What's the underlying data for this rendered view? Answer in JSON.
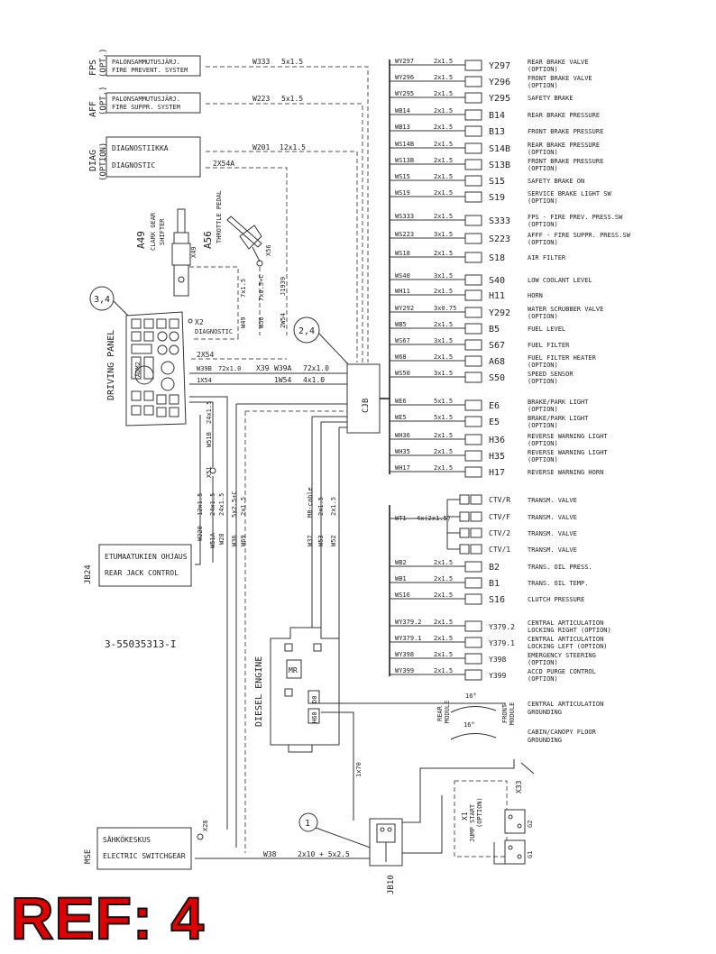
{
  "ref_label": "REF: 4",
  "drawing_number": "3-55035313-I",
  "colors": {
    "line": "#333333",
    "ref_red": "#e00000"
  },
  "left_blocks": [
    {
      "code": "FPS",
      "code2": "(OPT.)",
      "line1": "PALONSAMMUTUSJÄRJ.",
      "line2": "FIRE PREVENT. SYSTEM",
      "wire": "W333",
      "spec": "5x1.5"
    },
    {
      "code": "AFF",
      "code2": "(OPT.)",
      "line1": "PALONSAMMUTUSJÄRJ.",
      "line2": "FIRE SUPPR. SYSTEM",
      "wire": "W223",
      "spec": "5x1.5"
    },
    {
      "code": "DIAG",
      "code2": "(OPTION)",
      "line1": "DIAGNOSTIIKKA",
      "line2": "DIAGNOSTIC",
      "wire": "W201",
      "spec": "12x1.5"
    }
  ],
  "diag_connector": "2X54A",
  "a49": {
    "code": "A49",
    "line1": "CLARK GEAR",
    "line2": "SHIFTER",
    "conn": "X49"
  },
  "a56": {
    "code": "A56",
    "line1": "THROTTLE PEDAL",
    "conn": "X56"
  },
  "vertical_wires": [
    {
      "label": "7x1.5"
    },
    {
      "label": "7x0.5+C"
    },
    {
      "label": "J1939"
    },
    {
      "label": "W49"
    },
    {
      "label": "W56"
    },
    {
      "label": "2W54"
    }
  ],
  "callouts": {
    "c1": "3,4",
    "c2": "2,4",
    "c3": "1"
  },
  "driving_panel": {
    "label": "DRIVING PANEL",
    "x2": "X2",
    "diag": "DIAGNOSTIC",
    "adm": "ADM2"
  },
  "panel_wires": [
    {
      "conn": "2X54"
    },
    {
      "conn": "W39B",
      "spec": "72x1.0",
      "conn2": "X39",
      "wire": "W39A",
      "spec2": "72x1.0"
    },
    {
      "conn": "1X54",
      "wire": "1W54",
      "spec": "4x1.0"
    }
  ],
  "cjb": "CJB",
  "x51_wires": {
    "conn": "X51",
    "wire": "W51B",
    "spec": "24x1.5"
  },
  "lower_wires": [
    {
      "wire": "W220",
      "spec": "12x1.5"
    },
    {
      "wire": "W51A",
      "spec": "24x1.5"
    },
    {
      "wire": "W28",
      "spec": "24x1.5"
    },
    {
      "wire": "W36",
      "spec": "5x2.5+C"
    },
    {
      "wire": "W69",
      "spec": "2x1.5"
    },
    {
      "wire": "W37",
      "spec": "MB-cable"
    },
    {
      "wire": "W53",
      "spec": "2x1.5"
    },
    {
      "wire": "W52",
      "spec": "2x1.5"
    }
  ],
  "jb24": {
    "code": "JB24",
    "line1": "ETUMAATUKIEN OHJAUS",
    "line2": "REAR JACK CONTROL"
  },
  "diesel": {
    "label": "DIESEL ENGINE",
    "mr": "MR",
    "h60": "H60",
    "d0": "D0"
  },
  "mse": {
    "code": "MSE",
    "line1": "SÄHKÖKESKUS",
    "line2": "ELECTRIC SWITCHGEAR",
    "conn": "X28",
    "wire": "W38",
    "spec": "2x10 + 5x2.5"
  },
  "jb10": {
    "code": "JB10",
    "wire": "1x70"
  },
  "jump_start": {
    "label": "JUMP START",
    "opt": "(OPTION)",
    "conn": "X1",
    "x33": "X33",
    "g1": "G1",
    "g2": "G2"
  },
  "right_items": [
    {
      "wire": "WY297",
      "spec": "2x1.5",
      "comp": "Y297",
      "d1": "REAR BRAKE VALVE",
      "d2": "(OPTION)"
    },
    {
      "wire": "WY296",
      "spec": "2x1.5",
      "comp": "Y296",
      "d1": "FRONT BRAKE VALVE",
      "d2": "(OPTION)"
    },
    {
      "wire": "WY295",
      "spec": "2x1.5",
      "comp": "Y295",
      "d1": "SAFETY BRAKE",
      "d2": ""
    },
    {
      "wire": "WB14",
      "spec": "2x1.5",
      "comp": "B14",
      "d1": "REAR BRAKE PRESSURE",
      "d2": ""
    },
    {
      "wire": "WB13",
      "spec": "2x1.5",
      "comp": "B13",
      "d1": "FRONT BRAKE PRESSURE",
      "d2": ""
    },
    {
      "wire": "WS14B",
      "spec": "2x1.5",
      "comp": "S14B",
      "d1": "REAR BRAKE PRESSURE",
      "d2": "(OPTION)"
    },
    {
      "wire": "WS13B",
      "spec": "2x1.5",
      "comp": "S13B",
      "d1": "FRONT BRAKE PRESSURE",
      "d2": "(OPTION)"
    },
    {
      "wire": "WS15",
      "spec": "2x1.5",
      "comp": "S15",
      "d1": "SAFETY BRAKE ON",
      "d2": ""
    },
    {
      "wire": "WS19",
      "spec": "2x1.5",
      "comp": "S19",
      "d1": "SERVICE BRAKE LIGHT SW",
      "d2": "(OPTION)"
    },
    {
      "wire": "WS333",
      "spec": "2x1.5",
      "comp": "S333",
      "d1": "FPS - FIRE PREV. PRESS.SW",
      "d2": "(OPTION)"
    },
    {
      "wire": "WS223",
      "spec": "3x1.5",
      "comp": "S223",
      "d1": "AFFF - FIRE SUPPR. PRESS.SW",
      "d2": "(OPTION)"
    },
    {
      "wire": "WS18",
      "spec": "2x1.5",
      "comp": "S18",
      "d1": "AIR FILTER",
      "d2": ""
    },
    {
      "wire": "WS40",
      "spec": "3x1.5",
      "comp": "S40",
      "d1": "LOW COOLANT LEVEL",
      "d2": ""
    },
    {
      "wire": "WH11",
      "spec": "2x1.5",
      "comp": "H11",
      "d1": "HORN",
      "d2": ""
    },
    {
      "wire": "WY292",
      "spec": "3x0.75",
      "comp": "Y292",
      "d1": "WATER SCRUBBER VALVE",
      "d2": "(OPTION)"
    },
    {
      "wire": "WB5",
      "spec": "2x1.5",
      "comp": "B5",
      "d1": "FUEL LEVEL",
      "d2": ""
    },
    {
      "wire": "WS67",
      "spec": "3x1.5",
      "comp": "S67",
      "d1": "FUEL FILTER",
      "d2": ""
    },
    {
      "wire": "W68",
      "spec": "2x1.5",
      "comp": "A68",
      "d1": "FUEL FILTER HEATER",
      "d2": "(OPTION)"
    },
    {
      "wire": "WS50",
      "spec": "3x1.5",
      "comp": "S50",
      "d1": "SPEED SENSOR",
      "d2": "(OPTION)"
    },
    {
      "wire": "WE6",
      "spec": "5x1.5",
      "comp": "E6",
      "d1": "BRAKE/PARK LIGHT",
      "d2": "(OPTION)"
    },
    {
      "wire": "WE5",
      "spec": "5x1.5",
      "comp": "E5",
      "d1": "BRAKE/PARK LIGHT",
      "d2": "(OPTION)"
    },
    {
      "wire": "WH36",
      "spec": "2x1.5",
      "comp": "H36",
      "d1": "REVERSE WARNING LIGHT",
      "d2": "(OPTION)"
    },
    {
      "wire": "WH35",
      "spec": "2x1.5",
      "comp": "H35",
      "d1": "REVERSE WARNING LIGHT",
      "d2": "(OPTION)"
    },
    {
      "wire": "WH17",
      "spec": "2x1.5",
      "comp": "H17",
      "d1": "REVERSE WARNING HORN",
      "d2": ""
    }
  ],
  "ctv": {
    "wire": "WT1",
    "spec": "4x(2x1.5)",
    "items": [
      {
        "comp": "CTV/R",
        "d1": "TRANSM. VALVE"
      },
      {
        "comp": "CTV/F",
        "d1": "TRANSM. VALVE"
      },
      {
        "comp": "CTV/2",
        "d1": "TRANSM. VALVE"
      },
      {
        "comp": "CTV/1",
        "d1": "TRANSM. VALVE"
      }
    ]
  },
  "right_items_lower": [
    {
      "wire": "WB2",
      "spec": "2x1.5",
      "comp": "B2",
      "d1": "TRANS. OIL PRESS.",
      "d2": ""
    },
    {
      "wire": "WB1",
      "spec": "2x1.5",
      "comp": "B1",
      "d1": "TRANS. OIL TEMP.",
      "d2": ""
    },
    {
      "wire": "WS16",
      "spec": "2x1.5",
      "comp": "S16",
      "d1": "CLUTCH PRESSURE",
      "d2": ""
    }
  ],
  "right_items_art": [
    {
      "wire": "WY379.2",
      "spec": "2x1.5",
      "comp": "Y379.2",
      "d1": "CENTRAL ARTICULATION",
      "d2": "LOCKING RIGHT (OPTION)"
    },
    {
      "wire": "WY379.1",
      "spec": "2x1.5",
      "comp": "Y379.1",
      "d1": "CENTRAL ARTICULATION",
      "d2": "LOCKING LEFT (OPTION)"
    },
    {
      "wire": "WY398",
      "spec": "2x1.5",
      "comp": "Y398",
      "d1": "EMERGENCY STEERING",
      "d2": "(OPTION)"
    },
    {
      "wire": "WY399",
      "spec": "2x1.5",
      "comp": "Y399",
      "d1": "ACCD PURGE CONTROL",
      "d2": "(OPTION)"
    }
  ],
  "grounding": {
    "rear": "REAR",
    "rear2": "MODULE",
    "front": "FRONT",
    "front2": "MODULE",
    "angle1": "16°",
    "angle2": "16°",
    "g1a": "CENTRAL ARTICULATION",
    "g1b": "GROUNDING",
    "g2a": "CABIN/CANOPY FLOOR",
    "g2b": "GROUNDING"
  }
}
